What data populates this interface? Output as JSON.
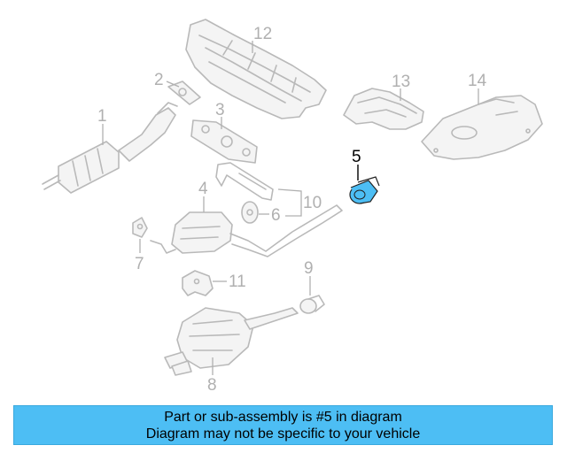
{
  "diagram": {
    "highlight_color": "#4dbef4",
    "line_color": "#b9b9b9",
    "callouts": [
      {
        "id": "1",
        "text": "1"
      },
      {
        "id": "2",
        "text": "2"
      },
      {
        "id": "3",
        "text": "3"
      },
      {
        "id": "4",
        "text": "4"
      },
      {
        "id": "5",
        "text": "5"
      },
      {
        "id": "6",
        "text": "6"
      },
      {
        "id": "7",
        "text": "7"
      },
      {
        "id": "8",
        "text": "8"
      },
      {
        "id": "9",
        "text": "9"
      },
      {
        "id": "10",
        "text": "10"
      },
      {
        "id": "11",
        "text": "11"
      },
      {
        "id": "12",
        "text": "12"
      },
      {
        "id": "13",
        "text": "13"
      },
      {
        "id": "14",
        "text": "14"
      }
    ]
  },
  "banner": {
    "background": "#4dbef4",
    "line1": "Part or sub-assembly is #5 in diagram",
    "line2": "Diagram may not be specific to your vehicle"
  }
}
